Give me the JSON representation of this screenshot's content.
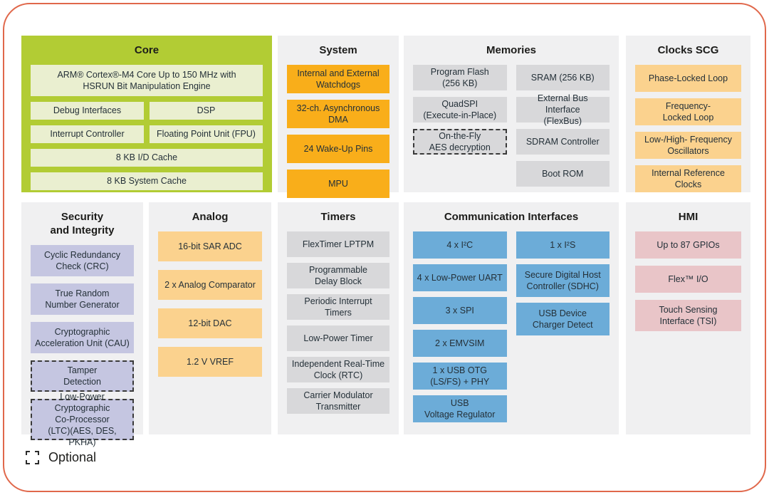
{
  "colors": {
    "frame_border": "#E0684B",
    "core_panel": "#B2CC34",
    "core_block": "#EAEFD0",
    "section_bg": "#F0F0F1",
    "system_block": "#F9AE1A",
    "memories_block": "#D8D8DA",
    "clocks_block": "#FBD28E",
    "security_block": "#C5C6E1",
    "analog_block": "#FBD28E",
    "timers_block": "#D8D8DA",
    "comm_block": "#6CACD8",
    "hmi_block": "#E9C5C8"
  },
  "sections": {
    "core": {
      "title": "Core",
      "blocks": [
        {
          "label": "ARM® Cortex®-M4 Core Up to 150 MHz with\nHSRUN Bit Manipulation Engine"
        },
        {
          "label": "Debug Interfaces"
        },
        {
          "label": "DSP"
        },
        {
          "label": "Interrupt Controller"
        },
        {
          "label": "Floating Point Unit (FPU)"
        },
        {
          "label": "8 KB I/D Cache"
        },
        {
          "label": "8 KB System Cache"
        }
      ]
    },
    "system": {
      "title": "System",
      "blocks": [
        {
          "label": "Internal and External\nWatchdogs"
        },
        {
          "label": "32-ch. Asynchronous\nDMA"
        },
        {
          "label": "24 Wake-Up Pins"
        },
        {
          "label": "MPU"
        }
      ]
    },
    "memories": {
      "title": "Memories",
      "left_blocks": [
        {
          "label": "Program Flash\n(256 KB)",
          "optional": false
        },
        {
          "label": "QuadSPI\n(Execute-in-Place)",
          "optional": false
        },
        {
          "label": "On-the-Fly\nAES decryption",
          "optional": true
        }
      ],
      "right_blocks": [
        {
          "label": "SRAM (256 KB)",
          "optional": false
        },
        {
          "label": "External Bus Interface\n(FlexBus)",
          "optional": false
        },
        {
          "label": "SDRAM Controller",
          "optional": false
        },
        {
          "label": "Boot ROM",
          "optional": false
        }
      ]
    },
    "clocks": {
      "title": "Clocks SCG",
      "blocks": [
        {
          "label": "Phase-Locked Loop"
        },
        {
          "label": "Frequency-\nLocked Loop"
        },
        {
          "label": "Low-/High- Frequency\nOscillators"
        },
        {
          "label": "Internal Reference\nClocks"
        }
      ]
    },
    "security": {
      "title": "Security\nand Integrity",
      "blocks": [
        {
          "label": "Cyclic Redundancy\nCheck (CRC)",
          "optional": false
        },
        {
          "label": "True Random\nNumber Generator",
          "optional": false
        },
        {
          "label": "Cryptographic\nAcceleration Unit (CAU)",
          "optional": false
        },
        {
          "label": "Tamper\nDetection",
          "optional": true
        },
        {
          "label": "Low-Power Cryptographic\nCo-Processor\n(LTC)(AES, DES, PKHA)",
          "optional": true
        }
      ]
    },
    "analog": {
      "title": "Analog",
      "blocks": [
        {
          "label": "16-bit SAR ADC"
        },
        {
          "label": "2 x Analog Comparator"
        },
        {
          "label": "12-bit DAC"
        },
        {
          "label": "1.2 V VREF"
        }
      ]
    },
    "timers": {
      "title": "Timers",
      "blocks": [
        {
          "label": "FlexTimer LPTPM"
        },
        {
          "label": "Programmable\nDelay Block"
        },
        {
          "label": "Periodic Interrupt\nTimers"
        },
        {
          "label": "Low-Power Timer"
        },
        {
          "label": "Independent Real-Time\nClock (RTC)"
        },
        {
          "label": "Carrier Modulator\nTransmitter"
        }
      ]
    },
    "comm": {
      "title": "Communication Interfaces",
      "left_blocks": [
        {
          "label": "4 x I²C"
        },
        {
          "label": "4 x Low-Power UART"
        },
        {
          "label": "3 x SPI"
        },
        {
          "label": "2 x EMVSIM"
        },
        {
          "label": "1 x USB OTG\n(LS/FS) + PHY"
        },
        {
          "label": "USB\nVoltage Regulator"
        }
      ],
      "right_blocks": [
        {
          "label": "1 x I²S"
        },
        {
          "label": "Secure Digital Host\nController (SDHC)"
        },
        {
          "label": "USB Device\nCharger Detect"
        }
      ]
    },
    "hmi": {
      "title": "HMI",
      "blocks": [
        {
          "label": "Up to 87 GPIOs"
        },
        {
          "label": "Flex™ I/O"
        },
        {
          "label": "Touch Sensing\nInterface (TSI)"
        }
      ]
    }
  },
  "legend": {
    "optional_label": "Optional"
  }
}
